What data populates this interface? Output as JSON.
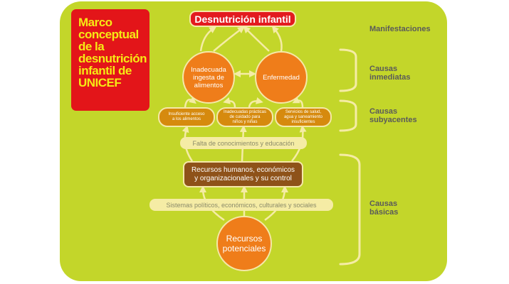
{
  "title": {
    "lines": [
      "Marco",
      "conceptual",
      "de la",
      "desnutrición",
      "infantil de",
      "UNICEF"
    ]
  },
  "nodes": {
    "top": "Desnutrición infantil",
    "food": [
      "Inadecuada",
      "ingesta de",
      "alimentos"
    ],
    "illness": "Enfermedad",
    "underlying": [
      [
        "Insuficiente acceso",
        "a los alimentos"
      ],
      [
        "Inadecuadas prácticas",
        "de cuidado para",
        "niños y niñas"
      ],
      [
        "Servicios de salud,",
        "agua y saneamiento",
        "insuficientes"
      ]
    ],
    "knowledge": "Falta de conocimientos y educación",
    "resources_hum": [
      "Recursos humanos, económicos",
      "y organizacionales y su control"
    ],
    "systems": "Sistemas políticos, económicos, culturales y sociales",
    "potential": [
      "Recursos",
      "potenciales"
    ]
  },
  "side_labels": {
    "manifest": [
      "Manifestaciones"
    ],
    "immediate": [
      "Causas",
      "inmediatas"
    ],
    "underlying": [
      "Causas",
      "subyacentes"
    ],
    "basic": [
      "Causas",
      "básicas"
    ]
  },
  "colors": {
    "panel": "#c3d62a",
    "title_bg": "#e31519",
    "title_text": "#f6ea14",
    "circle": "#ef7d1a",
    "pill": "#d68a0e",
    "brown": "#8e5219",
    "band": "#f5eca5"
  }
}
